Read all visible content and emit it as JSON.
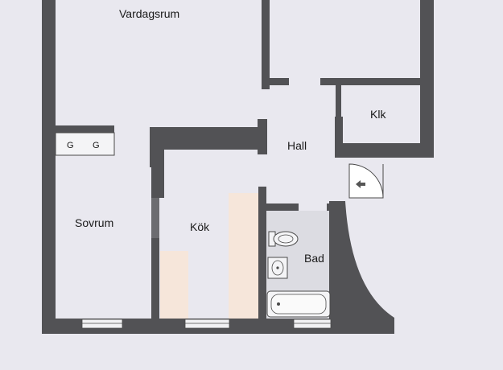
{
  "floorplan": {
    "rooms": {
      "vardagsrum": "Vardagsrum",
      "hall": "Hall",
      "klk": "Klk",
      "sovrum": "Sovrum",
      "kok": "Kök",
      "bad": "Bad"
    },
    "wardrobe": [
      "G",
      "G"
    ],
    "colors": {
      "wall": "#525255",
      "paper": "#e9e8ef",
      "bathroom_floor": "#dcdce2",
      "highlight": "#f6e6da"
    }
  }
}
